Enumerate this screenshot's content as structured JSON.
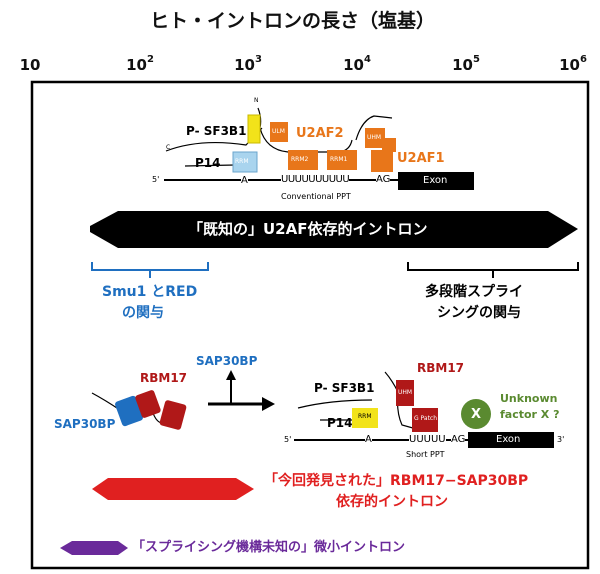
{
  "title": "ヒト・イントロンの長さ（塩基）",
  "axis": {
    "ticks": [
      {
        "base": "10",
        "exp": ""
      },
      {
        "base": "10",
        "exp": "2"
      },
      {
        "base": "10",
        "exp": "3"
      },
      {
        "base": "10",
        "exp": "4"
      },
      {
        "base": "10",
        "exp": "5"
      },
      {
        "base": "10",
        "exp": "6"
      }
    ]
  },
  "upper_complex": {
    "p_sf3b1": "P- SF3B1",
    "p14": "P14",
    "u2af2": "U2AF2",
    "u2af1": "U2AF1",
    "rrm": "RRM",
    "rrm2": "RRM2",
    "rrm1": "RRM1",
    "uhm": "UHM",
    "ulm": "ULM",
    "n": "N",
    "c": "C",
    "five_prime": "5'",
    "branch_a": "A",
    "ppt_seq": "UUUUUUUUUU",
    "ag": "AG",
    "exon": "Exon",
    "ppt_label": "Conventional PPT"
  },
  "known_band": {
    "label": "「既知の」U2AF依存的イントロン"
  },
  "smu1": {
    "line1": "Smu1 とRED",
    "line2": "の関与"
  },
  "multistep": {
    "line1": "多段階スプライ",
    "line2": "シングの関与"
  },
  "lower_complex": {
    "rbm17": "RBM17",
    "rbm17_right": "RBM17",
    "sap30bp_top": "SAP30BP",
    "sap30bp_left": "SAP30BP",
    "p_sf3b1": "P- SF3B1",
    "p14": "P14",
    "rrm": "RRM",
    "uhm": "UHM",
    "g_patch": "G Patch",
    "x": "X",
    "unknown": "Unknown",
    "factor": "factor X ?",
    "five_prime": "5'",
    "three_prime": "3'",
    "branch_a": "A",
    "ppt_seq": "UUUUU",
    "ag": "AG",
    "exon": "Exon",
    "ppt_label": "Short PPT"
  },
  "rbm17_band": {
    "line1": "「今回発見された」RBM17−SAP30BP",
    "line2": "依存的イントロン"
  },
  "minor_band": {
    "label": "「スプライシング機構未知の」微小イントロン"
  },
  "colors": {
    "black": "#000000",
    "red": "#e02020",
    "purple": "#6a2a9a",
    "blue": "#1f6fc0",
    "orange": "#e8761a",
    "yellow": "#f2e31a",
    "lightblue": "#a9d4ee",
    "darkred": "#b01818",
    "green": "#5a8a30"
  }
}
